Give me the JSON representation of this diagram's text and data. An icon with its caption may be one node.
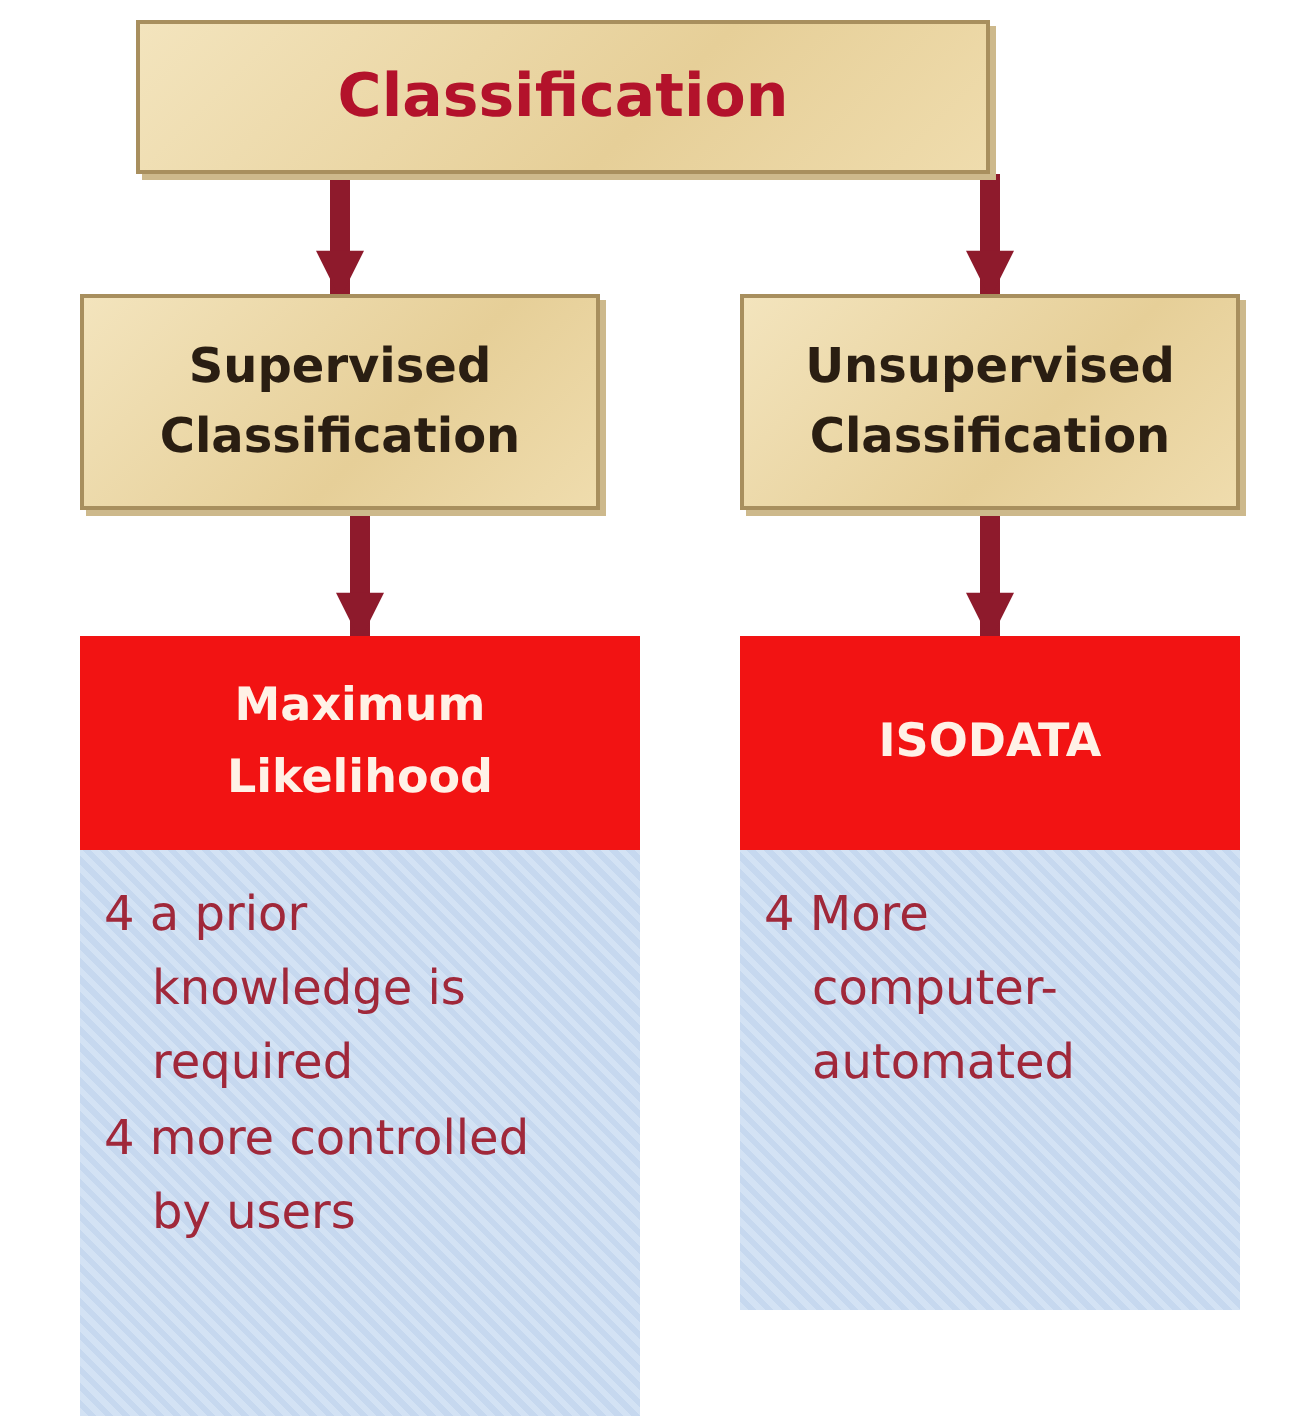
{
  "diagram": {
    "nodes": [
      {
        "text": [
          "Classification"
        ]
      },
      {
        "text": [
          "Supervised Classification"
        ]
      },
      {
        "text": [
          "Unsupervised Classification"
        ]
      },
      {
        "text": [
          "Maximum Likelihood"
        ]
      },
      {
        "text": [
          "ISODATA"
        ]
      },
      {
        "text": [
          "4 a prior knowledge is required",
          "4 more controlled by users"
        ]
      },
      {
        "text": [
          "4 More computer-automated"
        ]
      }
    ],
    "edges": [
      {
        "from": 0,
        "to": 1,
        "arrow": "to"
      },
      {
        "from": 0,
        "to": 2,
        "arrow": "to"
      },
      {
        "from": 1,
        "to": 3,
        "arrow": "to"
      },
      {
        "from": 2,
        "to": 4,
        "arrow": "to"
      }
    ]
  }
}
